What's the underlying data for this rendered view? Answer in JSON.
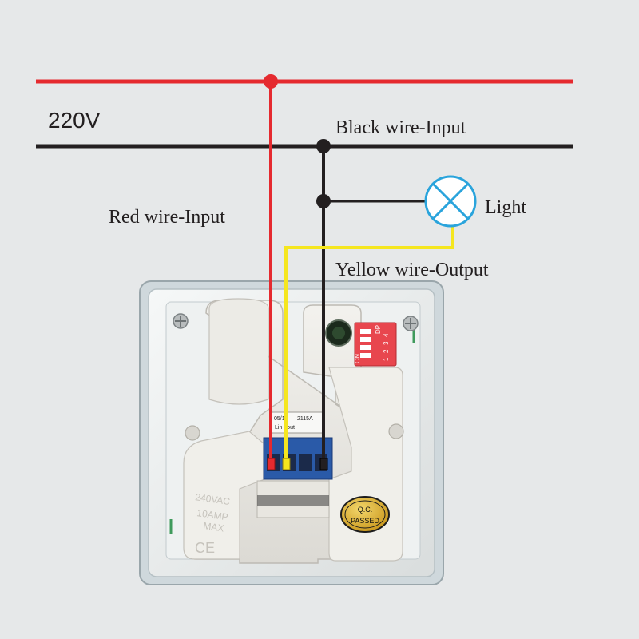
{
  "labels": {
    "voltage": "220V",
    "black_wire": "Black wire-Input",
    "red_wire": "Red wire-Input",
    "light": "Light",
    "yellow_wire": "Yellow wire-Output"
  },
  "device": {
    "dip_on": "ON",
    "dip_dp": "DP",
    "dip_numbers": [
      "1",
      "2",
      "3",
      "4"
    ],
    "terminal_text_1": "05/13",
    "terminal_text_2": "2115A",
    "terminal_labels": "Lin Lout",
    "rating_1": "240VAC",
    "rating_2": "10AMP",
    "rating_3": "MAX",
    "ce_mark": "CE",
    "qc_1": "Q.C.",
    "qc_2": "PASSED"
  },
  "colors": {
    "red_wire": "#e52a2f",
    "black_wire": "#231f20",
    "yellow_wire": "#f5e61f",
    "light_symbol": "#2aa4dc",
    "dip_switch": "#e8464e",
    "terminal_block": "#2a5aa8",
    "qc_sticker": "#d4a51a"
  },
  "icons": [
    "light-bulb-symbol",
    "screw-icon",
    "ce-mark-icon"
  ]
}
